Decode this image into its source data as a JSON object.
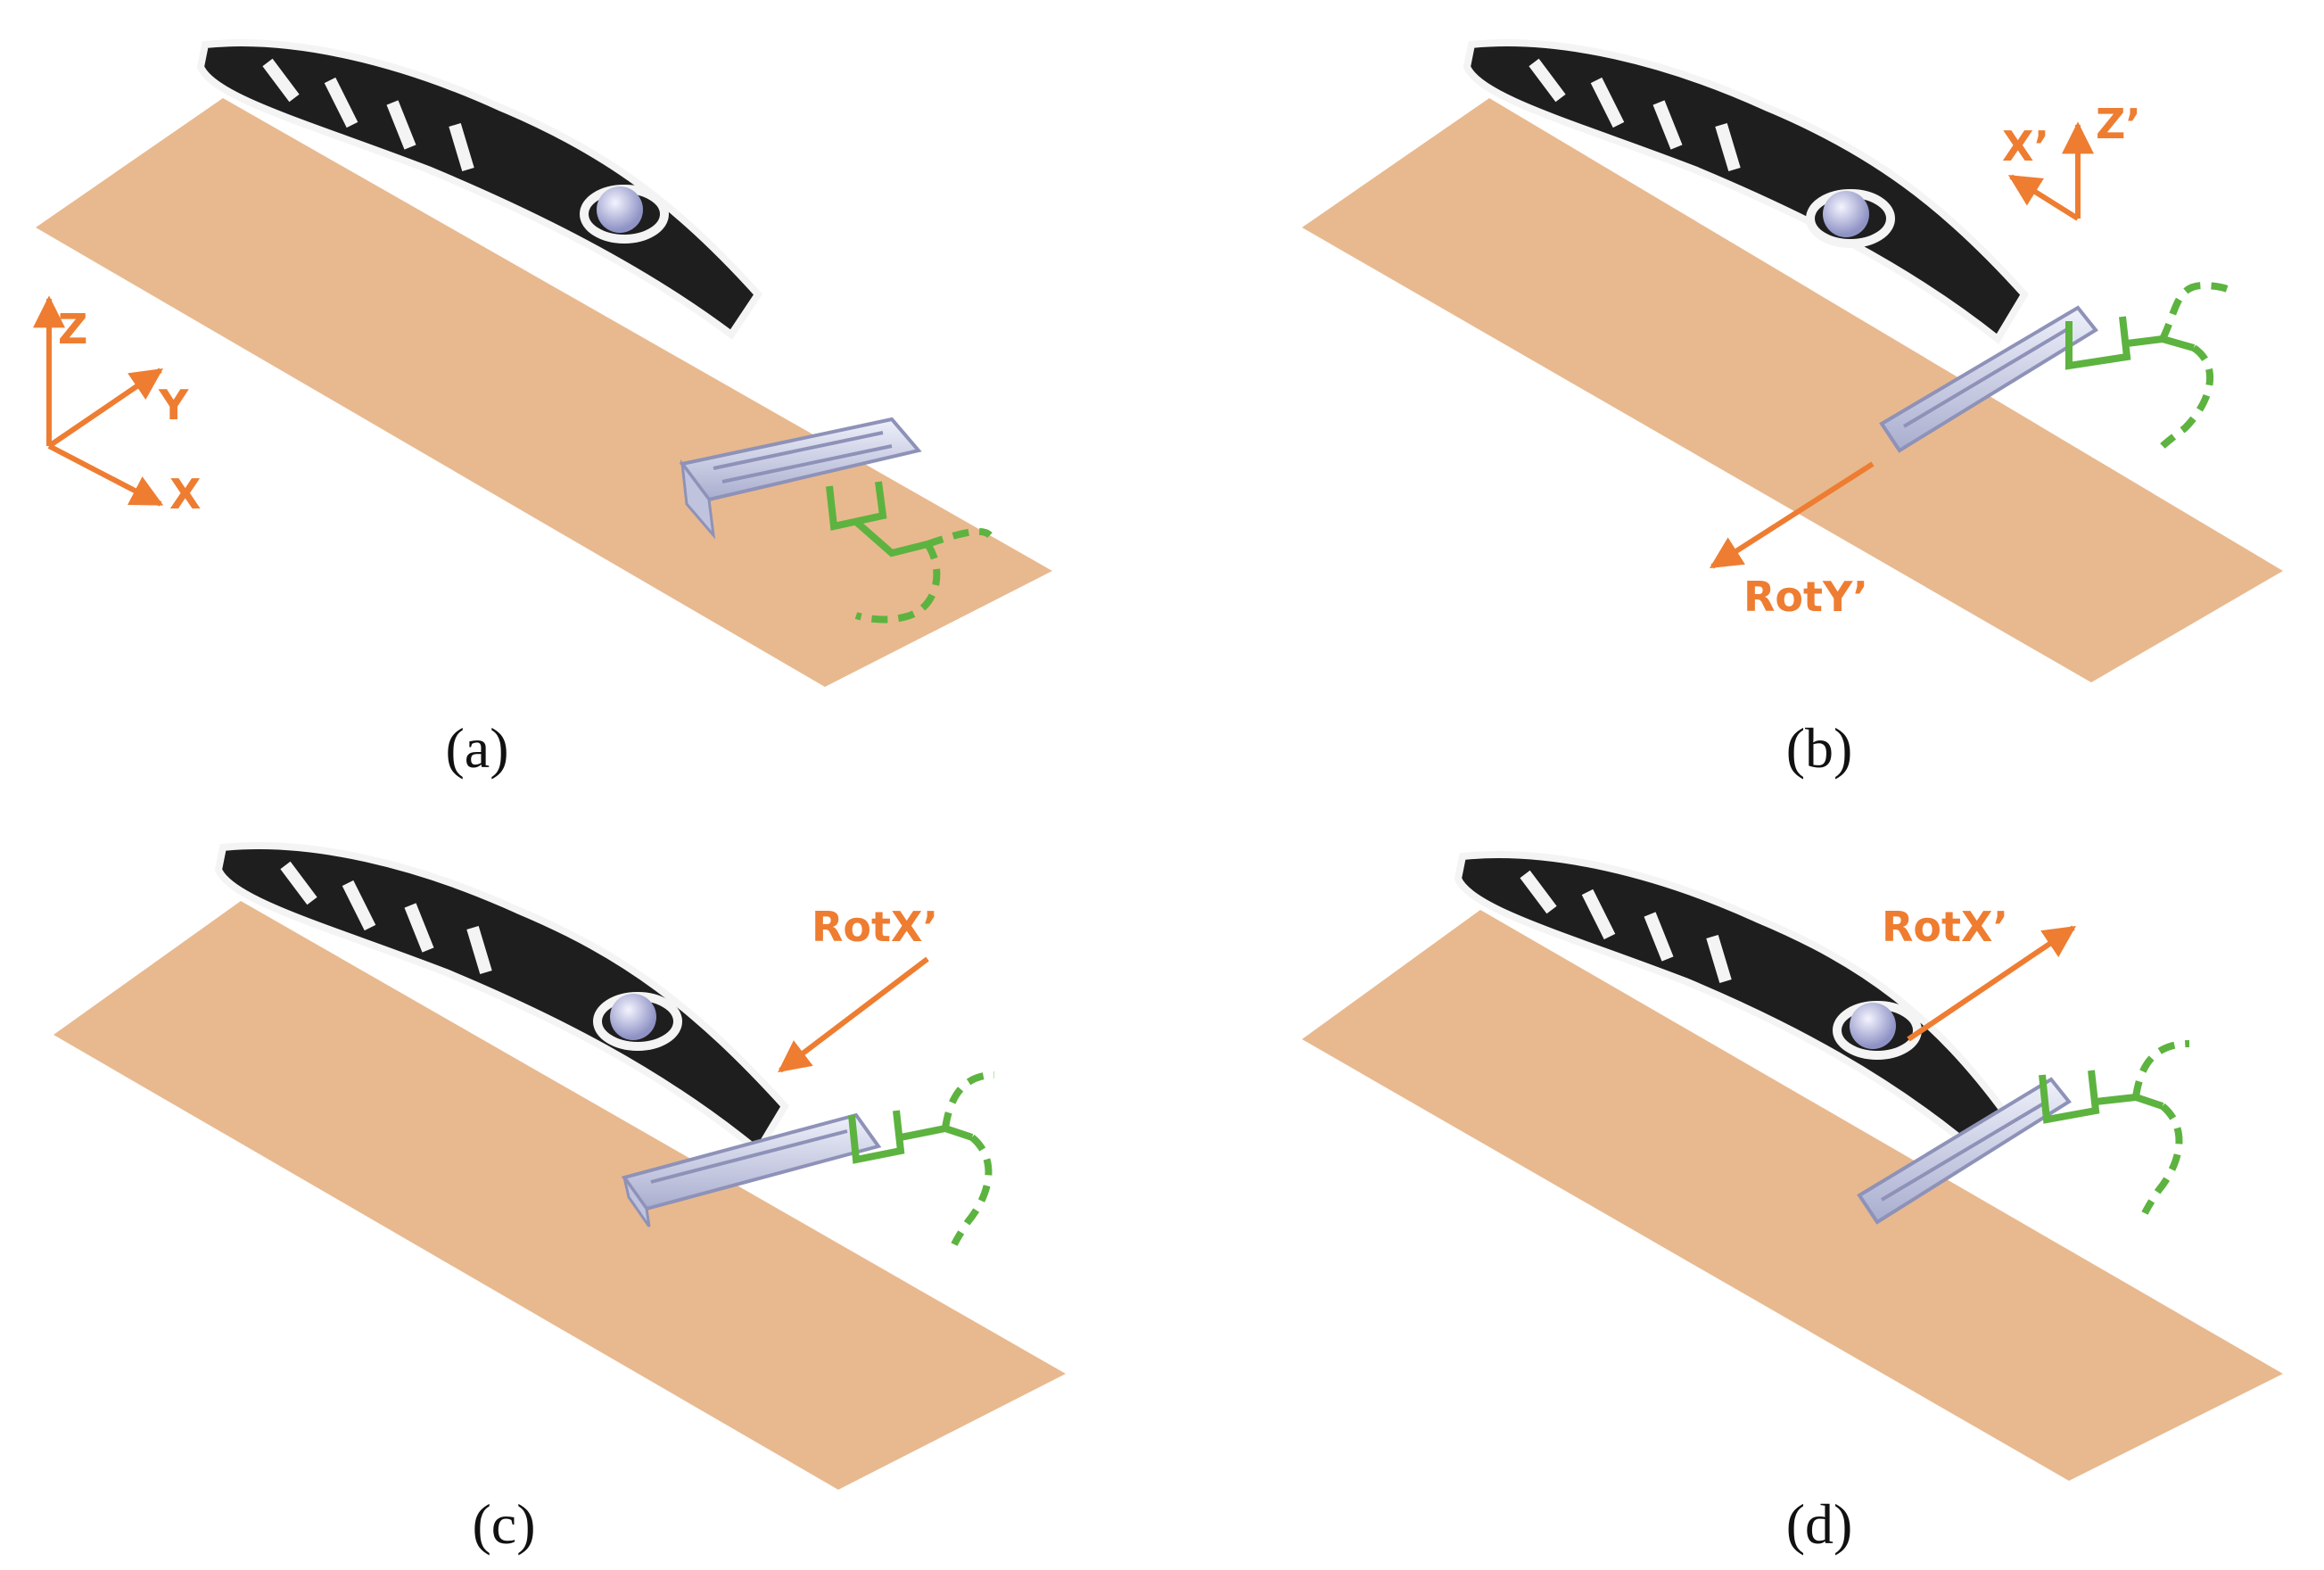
{
  "figure": {
    "colors": {
      "accent": "#EE7D31",
      "plate": "#E8B98F",
      "handle": "#1E1E1E",
      "handle_light": "#F4F4F4",
      "blade": "#C9CCE6",
      "green": "#5DB33F"
    },
    "panels": [
      {
        "caption": "(a)",
        "axis_labels": [
          "Z",
          "Y",
          "X"
        ]
      },
      {
        "caption": "(b)",
        "axis_labels": [
          "X’",
          "Z’"
        ],
        "rotation_label": "RotY’"
      },
      {
        "caption": "(c)",
        "rotation_label": "RotX’"
      },
      {
        "caption": "(d)",
        "rotation_label": "RotX’"
      }
    ]
  }
}
